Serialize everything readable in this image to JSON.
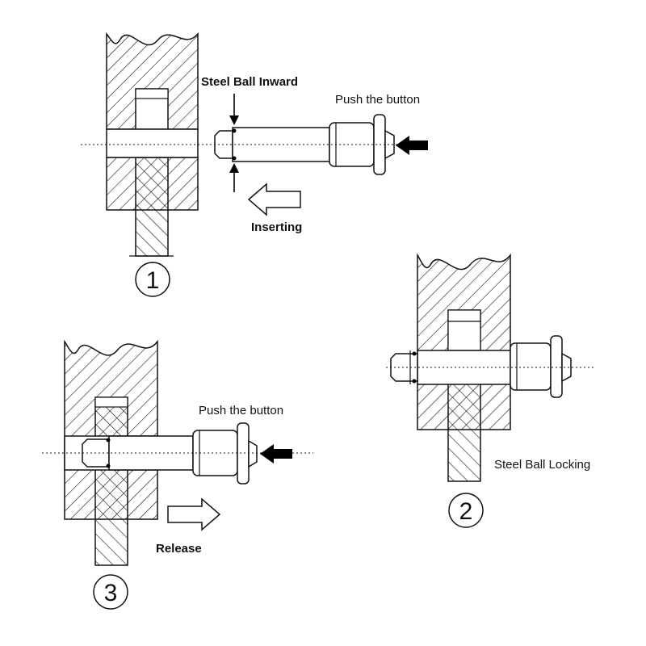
{
  "colors": {
    "stroke": "#111111",
    "fill": "#ffffff",
    "arrow_fill": "#000000"
  },
  "panels": [
    {
      "id": "step-1",
      "number": "1",
      "labels": {
        "steel_ball_inward": "Steel Ball Inward",
        "push_the_button": "Push the button",
        "inserting": "Inserting"
      },
      "icons": [
        "solid-arrow-left-icon",
        "hollow-arrow-left-icon",
        "small-arrow-down-icon",
        "small-arrow-up-icon"
      ]
    },
    {
      "id": "step-2",
      "number": "2",
      "labels": {
        "steel_ball_locking": "Steel Ball Locking"
      },
      "icons": []
    },
    {
      "id": "step-3",
      "number": "3",
      "labels": {
        "push_the_button": "Push the button",
        "release": "Release"
      },
      "icons": [
        "solid-arrow-left-icon",
        "hollow-arrow-right-icon"
      ]
    }
  ]
}
